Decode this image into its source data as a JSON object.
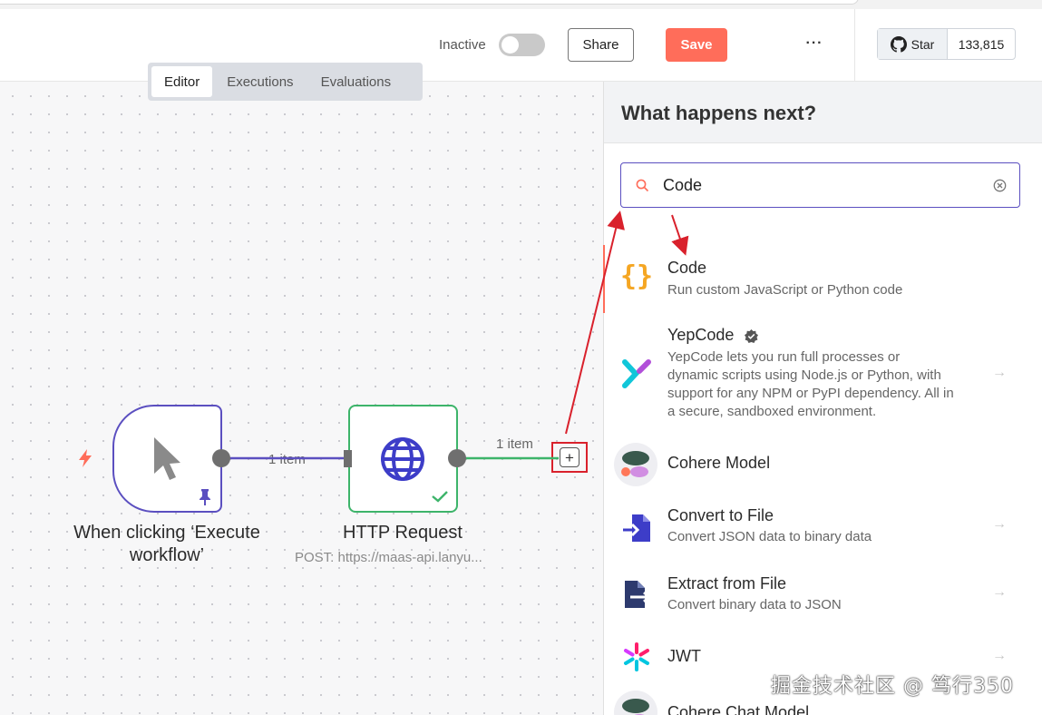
{
  "header": {
    "status_label": "Inactive",
    "share_label": "Share",
    "save_label": "Save",
    "more_label": "···",
    "github_star_label": "Star",
    "github_star_count": "133,815"
  },
  "tabs": [
    {
      "label": "Editor",
      "active": true
    },
    {
      "label": "Executions",
      "active": false
    },
    {
      "label": "Evaluations",
      "active": false
    }
  ],
  "canvas": {
    "nodes": [
      {
        "label_line1": "When clicking ‘Execute",
        "label_line2": "workflow’",
        "icon": "cursor-icon",
        "pinned": true
      },
      {
        "label": "HTTP Request",
        "subtitle": "POST: https://maas-api.lanyu...",
        "icon": "globe-icon",
        "success": true
      }
    ],
    "edges": [
      {
        "label": "1 item"
      },
      {
        "label": "1 item"
      }
    ],
    "add_button": "+"
  },
  "panel": {
    "title": "What happens next?",
    "search_value": "Code",
    "items": [
      {
        "title": "Code",
        "description": "Run custom JavaScript or Python code",
        "icon": "code-braces-icon"
      },
      {
        "title": "YepCode",
        "description_lines": [
          "YepCode lets you run full processes or",
          "dynamic scripts using Node.js or Python, with",
          "support for any NPM or PyPI dependency. All in",
          "a secure, sandboxed environment."
        ],
        "icon": "yepcode-icon",
        "verified": true
      },
      {
        "title": "Cohere Model",
        "icon": "cohere-icon"
      },
      {
        "title": "Convert to File",
        "description": "Convert JSON data to binary data",
        "icon": "convert-to-file-icon"
      },
      {
        "title": "Extract from File",
        "description": "Convert binary data to JSON",
        "icon": "extract-from-file-icon"
      },
      {
        "title": "JWT",
        "icon": "jwt-icon"
      },
      {
        "title": "Cohere Chat Model",
        "icon": "cohere-icon"
      }
    ],
    "arrow_glyph": "→"
  },
  "watermark": "掘金技术社区 @ 笃行350",
  "colors": {
    "accent": "#ff6d5a",
    "trigger_border": "#5b4fc0",
    "success": "#3db46a",
    "annotation_red": "#d9212c"
  }
}
